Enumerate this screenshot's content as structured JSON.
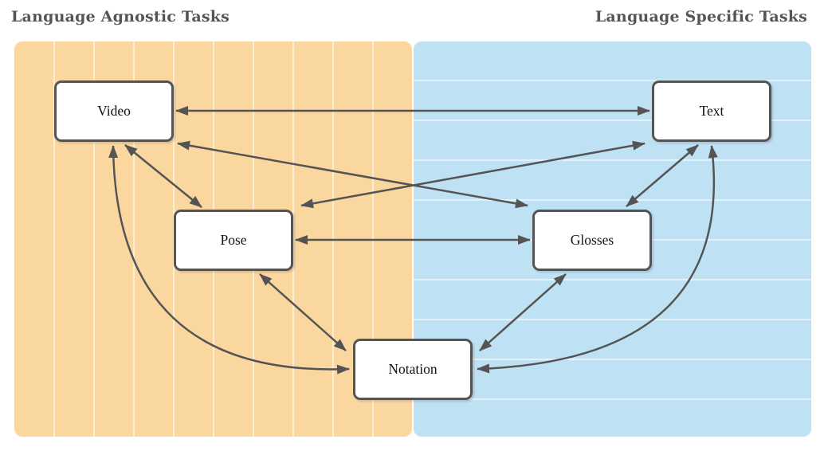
{
  "diagram": {
    "title_left": "Language Agnostic Tasks",
    "title_right": "Language Specific Tasks",
    "nodes": [
      {
        "id": "video",
        "label": "Video",
        "region": "language-agnostic"
      },
      {
        "id": "pose",
        "label": "Pose",
        "region": "language-agnostic"
      },
      {
        "id": "notation",
        "label": "Notation",
        "region": "both"
      },
      {
        "id": "text",
        "label": "Text",
        "region": "language-specific"
      },
      {
        "id": "glosses",
        "label": "Glosses",
        "region": "language-specific"
      }
    ],
    "edges": [
      {
        "from": "Video",
        "to": "Text",
        "bidirectional": true,
        "style": "straight"
      },
      {
        "from": "Video",
        "to": "Pose",
        "bidirectional": true,
        "style": "straight"
      },
      {
        "from": "Video",
        "to": "Glosses",
        "bidirectional": true,
        "style": "straight"
      },
      {
        "from": "Video",
        "to": "Notation",
        "bidirectional": true,
        "style": "curved"
      },
      {
        "from": "Pose",
        "to": "Glosses",
        "bidirectional": true,
        "style": "straight"
      },
      {
        "from": "Pose",
        "to": "Text",
        "bidirectional": true,
        "style": "straight"
      },
      {
        "from": "Pose",
        "to": "Notation",
        "bidirectional": true,
        "style": "straight"
      },
      {
        "from": "Glosses",
        "to": "Text",
        "bidirectional": true,
        "style": "straight"
      },
      {
        "from": "Glosses",
        "to": "Notation",
        "bidirectional": true,
        "style": "straight"
      },
      {
        "from": "Text",
        "to": "Notation",
        "bidirectional": true,
        "style": "curved"
      }
    ],
    "colors": {
      "left_panel": "#FBD7A0",
      "right_panel": "#BEE1F4",
      "gridline": "rgba(255,255,255,0.55)",
      "node_fill": "#FFFFFF",
      "stroke": "#545454",
      "title_text": "#555558"
    }
  }
}
